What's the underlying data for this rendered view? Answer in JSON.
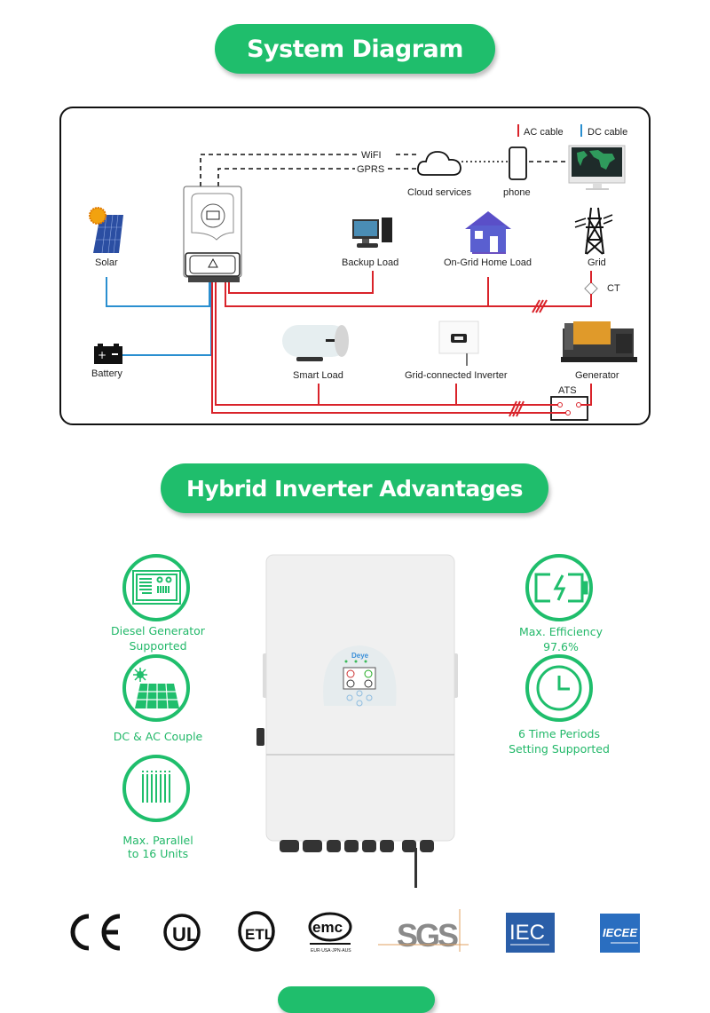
{
  "sections": {
    "system_diagram_title": "System Diagram",
    "advantages_title": "Hybrid Inverter Advantages"
  },
  "diagram": {
    "legend": {
      "ac": "AC cable",
      "dc": "DC cable",
      "ac_color": "#d9232a",
      "dc_color": "#2a8fd0"
    },
    "links": {
      "wifi": "WiFI",
      "gprs": "GPRS"
    },
    "nodes": {
      "solar": "Solar",
      "battery": "Battery",
      "backup_load": "Backup Load",
      "home_load": "On-Grid Home Load",
      "grid": "Grid",
      "ct": "CT",
      "cloud": "Cloud services",
      "phone": "phone",
      "smart_load": "Smart Load",
      "grid_inverter": "Grid-connected Inverter",
      "generator": "Generator",
      "ats": "ATS"
    }
  },
  "advantages": {
    "accent": "#1fbe6c",
    "left": [
      {
        "icon": "diesel-generator-icon",
        "line1": "Diesel Generator",
        "line2": "Supported"
      },
      {
        "icon": "solar-panel-icon",
        "line1": "DC & AC Couple",
        "line2": ""
      },
      {
        "icon": "parallel-units-icon",
        "line1": "Max. Parallel",
        "line2": "to 16 Units"
      }
    ],
    "right": [
      {
        "icon": "battery-charge-icon",
        "line1": "Max. Efficiency",
        "line2": "97.6%"
      },
      {
        "icon": "clock-icon",
        "line1": "6 Time Periods",
        "line2": "Setting Supported"
      }
    ],
    "product_brand": "Deye"
  },
  "certifications": [
    "CE",
    "UL",
    "ETL",
    "emc",
    "SGS",
    "IEC",
    "IECEE"
  ]
}
